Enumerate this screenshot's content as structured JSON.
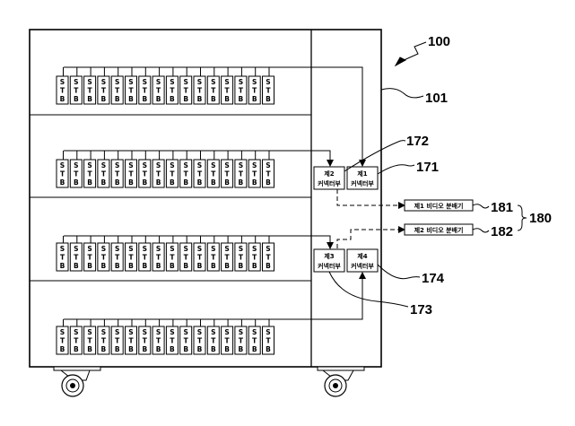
{
  "reference_numerals": {
    "device": "100",
    "cabinet": "101",
    "connector_2": "172",
    "connector_1": "171",
    "splitter_1": "181",
    "splitter_group": "180",
    "splitter_2": "182",
    "connector_4": "174",
    "connector_3": "173"
  },
  "stb_unit": {
    "letters": [
      "S",
      "T",
      "B"
    ]
  },
  "shelves": [
    {
      "units": 16
    },
    {
      "units": 16
    },
    {
      "units": 16
    },
    {
      "units": 16
    }
  ],
  "connector_boxes": {
    "c2": {
      "line1": "제2",
      "line2": "커넥터부"
    },
    "c1": {
      "line1": "제1",
      "line2": "커넥터부"
    },
    "c3": {
      "line1": "제3",
      "line2": "커넥터부"
    },
    "c4": {
      "line1": "제4",
      "line2": "커넥터부"
    }
  },
  "splitters": {
    "s1": {
      "label": "제1 비디오 분배기"
    },
    "s2": {
      "label": "제2 비디오 분배기"
    }
  }
}
